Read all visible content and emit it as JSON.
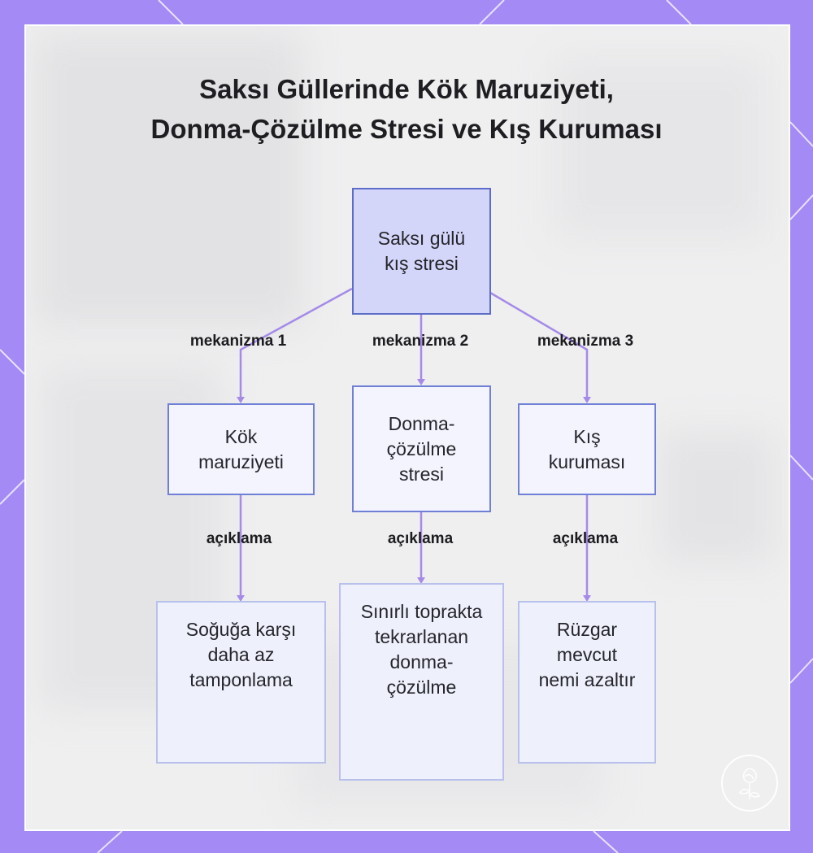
{
  "title": {
    "line1": "Saksı Güllerinde Kök Maruziyeti,",
    "line2": "Donma-Çözülme Stresi ve Kış Kuruması"
  },
  "root": {
    "label": "Saksı gülü kış stresi"
  },
  "branches": [
    {
      "edge_label": "mekanizma 1",
      "label": "Kök maruziyeti",
      "explain_label": "açıklama",
      "detail": "Soğuğa karşı daha az tamponlama"
    },
    {
      "edge_label": "mekanizma 2",
      "label": "Donma-çözülme stresi",
      "explain_label": "açıklama",
      "detail": "Sınırlı toprakta tekrarlanan donma-çözülme"
    },
    {
      "edge_label": "mekanizma 3",
      "label": "Kış kuruması",
      "explain_label": "açıklama",
      "detail": "Rüzgar mevcut nemi azaltır"
    }
  ],
  "colors": {
    "frame": "#a48af4",
    "panel": "#efeff0",
    "root_fill": "#d3d6f8",
    "node_border": "#6f80d6",
    "connector": "#a58ae8"
  },
  "decor": {
    "logo": "rose-logo-icon"
  }
}
